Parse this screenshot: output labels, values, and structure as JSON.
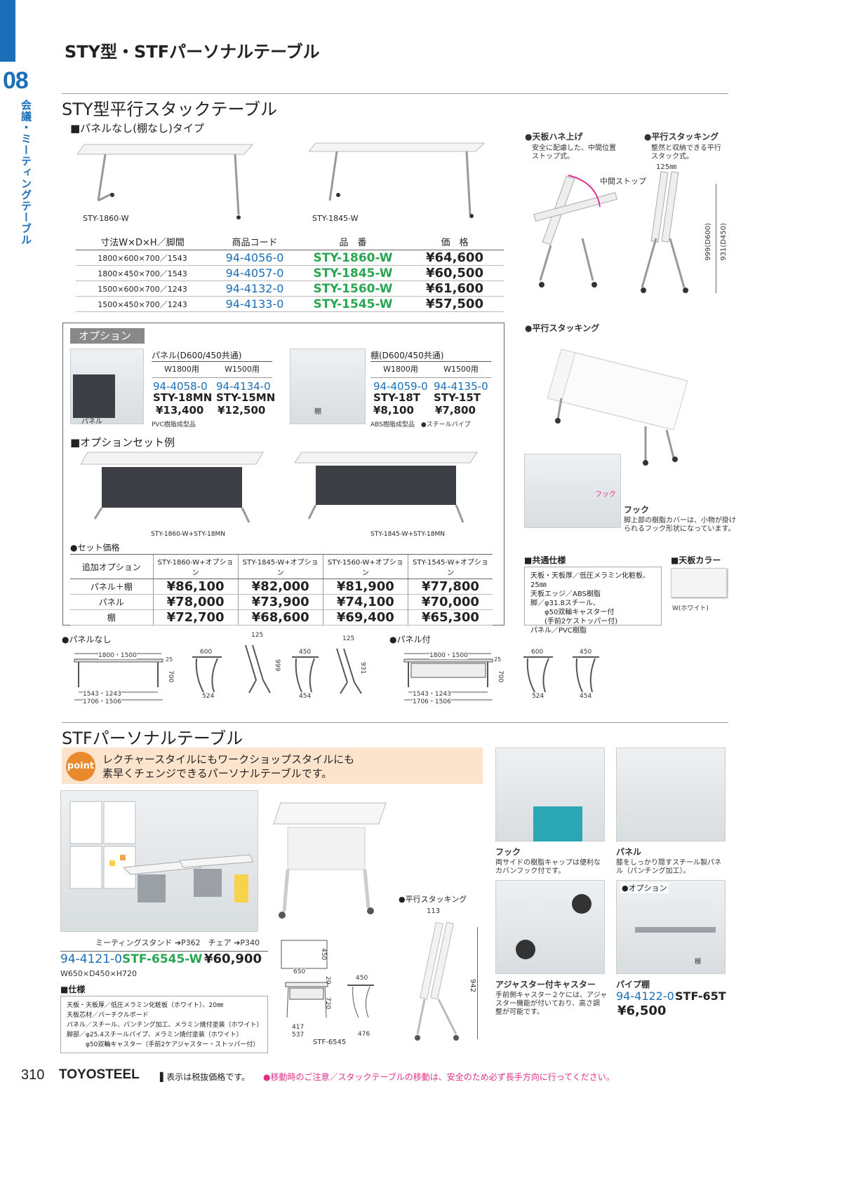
{
  "chapter": {
    "number": "08",
    "label": "会議・ミーティングテーブル"
  },
  "page_title": "STY型・STFパーソナルテーブル",
  "sty": {
    "title": "STY型平行スタックテーブル",
    "subtitle": "■パネルなし(棚なし)タイプ",
    "img1_label": "STY-1860-W",
    "img2_label": "STY-1845-W",
    "table_headers": [
      "寸法W×D×H／脚間",
      "商品コード",
      "品　番",
      "価　格"
    ],
    "rows": [
      {
        "size": "1800×600×700／1543",
        "code": "94-4056-0",
        "sku": "STY-1860-W",
        "price": "¥64,600"
      },
      {
        "size": "1800×450×700／1543",
        "code": "94-4057-0",
        "sku": "STY-1845-W",
        "price": "¥60,500"
      },
      {
        "size": "1500×600×700／1243",
        "code": "94-4132-0",
        "sku": "STY-1560-W",
        "price": "¥61,600"
      },
      {
        "size": "1500×450×700／1243",
        "code": "94-4133-0",
        "sku": "STY-1545-W",
        "price": "¥57,500"
      }
    ],
    "feature1_title": "●天板ハネ上げ",
    "feature1_text1": "安全に配慮した、中間位置",
    "feature1_text2": "ストップ式。",
    "feature1_callout": "中間ストップ",
    "feature2_title": "●平行スタッキング",
    "feature2_text1": "整然と収納できる平行",
    "feature2_text2": "スタック式。",
    "feature2_dim_top": "125㎜",
    "feature2_dim_side1": "999(D600)",
    "feature2_dim_side2": "931(D450)",
    "feature3_title": "●平行スタッキング",
    "hook_callout": "フック",
    "hook_title": "フック",
    "hook_text1": "脚上部の樹脂カバーは、小物が掛け",
    "hook_text2": "られるフック形状になっています。",
    "common_spec_title": "■共通仕様",
    "common_spec": [
      "天板・天板厚／低圧メラミン化粧板、25㎜",
      "天板エッジ／ABS樹脂",
      "脚／φ31.8スチール、",
      "　　φ50双輪キャスター付",
      "　　(手前2ケストッパー付)",
      "パネル／PVC樹脂"
    ],
    "color_title": "■天板カラー",
    "color_label": "W(ホワイト)"
  },
  "options": {
    "tab": "オプション",
    "panel_title": "パネル(D600/450共通)",
    "panel_img_label": "パネル",
    "panel_cols": [
      "W1800用",
      "W1500用"
    ],
    "panel_codes": [
      "94-4058-0",
      "94-4134-0"
    ],
    "panel_skus": [
      "STY-18MN",
      "STY-15MN"
    ],
    "panel_prices": [
      "¥13,400",
      "¥12,500"
    ],
    "panel_note": "PVC樹脂成型品",
    "shelf_title": "棚(D600/450共通)",
    "shelf_img_label": "棚",
    "shelf_cols": [
      "W1800用",
      "W1500用"
    ],
    "shelf_codes": [
      "94-4059-0",
      "94-4135-0"
    ],
    "shelf_skus": [
      "STY-18T",
      "STY-15T"
    ],
    "shelf_prices": [
      "¥8,100",
      "¥7,800"
    ],
    "shelf_note": "ABS樹脂成型品　●スチールパイプ",
    "set_title": "■オプションセット例",
    "set_img1_label": "STY-1860-W+STY-18MN",
    "set_img2_label": "STY-1845-W+STY-18MN",
    "set_price_title": "●セット価格",
    "set_headers": [
      "追加オプション",
      "STY-1860-W+オプション",
      "STY-1845-W+オプション",
      "STY-1560-W+オプション",
      "STY-1545-W+オプション"
    ],
    "set_rows": [
      {
        "label": "パネル＋棚",
        "prices": [
          "¥86,100",
          "¥82,000",
          "¥81,900",
          "¥77,800"
        ]
      },
      {
        "label": "パネル",
        "prices": [
          "¥78,000",
          "¥73,900",
          "¥74,100",
          "¥70,000"
        ]
      },
      {
        "label": "棚",
        "prices": [
          "¥72,700",
          "¥68,600",
          "¥69,400",
          "¥65,300"
        ]
      }
    ]
  },
  "drawings": {
    "nopanel_title": "●パネルなし",
    "panel_title": "●パネル付",
    "dim_w": "1800・1500",
    "dim_leg1": "1543・1243",
    "dim_leg2": "1706・1506",
    "dim_h": "700",
    "dim_t": "25",
    "dim_d600": "600",
    "dim_d524": "524",
    "dim_d450": "450",
    "dim_d454": "454",
    "dim_125": "125",
    "dim_999": "999",
    "dim_931": "931"
  },
  "stf": {
    "title": "STFパーソナルテーブル",
    "point_badge": "point",
    "point_line1": "レクチャースタイルにもワークショップスタイルにも",
    "point_line2": "素早くチェンジできるパーソナルテーブルです。",
    "photo_caption": "ミーティングスタンド ➔P362　チェア ➔P340",
    "code": "94-4121-0",
    "sku": "STF-6545-W",
    "price": "¥60,900",
    "size": "W650×D450×H720",
    "spec_title": "■仕様",
    "spec": [
      "天板・天板厚／低圧メラミン化粧板（ホワイト）、20㎜",
      "天板芯材／パーチクルボード",
      "パネル／スチール、パンチング加工、メラミン焼付塗装（ホワイト）",
      "脚部／φ25.4スチールパイプ、メラミン焼付塗装（ホワイト）",
      "　　　φ50双輪キャスター（手前2ケアジャスター・ストッパー付）"
    ],
    "stack_title": "●平行スタッキング",
    "stack_dim_113": "113",
    "stack_dim_942": "942",
    "plan_dims": {
      "w": "650",
      "d": "450",
      "h": "720",
      "t": "20",
      "a": "417",
      "b": "537",
      "c": "450",
      "e": "476"
    },
    "plan_label": "STF-6545",
    "hook_title": "フック",
    "hook_text1": "両サイドの樹脂キャップは便利な",
    "hook_text2": "カバンフック付です。",
    "panel_title": "パネル",
    "panel_text1": "膝をしっかり隠すスチール製パネ",
    "panel_text2": "ル（パンチング加工）。",
    "caster_title": "アジャスター付キャスター",
    "caster_text1": "手前側キャスター２ケには、アジャ",
    "caster_text2": "スター機能が付いており、高さ調",
    "caster_text3": "整が可能です。",
    "option_title": "●オプション",
    "option_img_label": "棚",
    "pipe_title": "パイプ棚",
    "pipe_code": "94-4122-0",
    "pipe_sku": "STF-65T",
    "pipe_price": "¥6,500"
  },
  "footer": {
    "page": "310",
    "brand": "TOYOSTEEL",
    "tax_note": "▌表示は税抜価格です。",
    "caution": "●移動時のご注意／スタックテーブルの移動は、安全のため必ず長手方向に行ってください。"
  },
  "colors": {
    "accent": "#1a6fb8",
    "sku_green": "#2aa653",
    "point_orange": "#e98a2c",
    "point_band": "#fbe3cc"
  }
}
